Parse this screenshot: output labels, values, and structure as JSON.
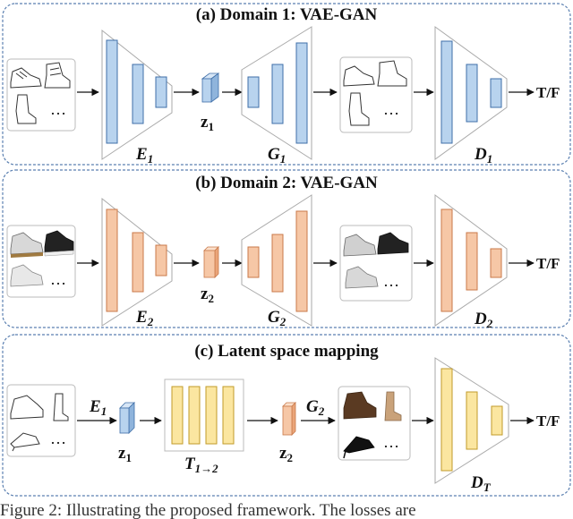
{
  "panels": [
    {
      "title": "(a)  Domain 1: VAE-GAN",
      "encoder": "E",
      "encoder_sub": "1",
      "latent": "z",
      "latent_sub": "1",
      "generator": "G",
      "generator_sub": "1",
      "discriminator": "D",
      "discriminator_sub": "1",
      "output": "T/F",
      "dots": "…"
    },
    {
      "title": "(b)  Domain 2: VAE-GAN",
      "encoder": "E",
      "encoder_sub": "2",
      "latent": "z",
      "latent_sub": "2",
      "generator": "G",
      "generator_sub": "2",
      "discriminator": "D",
      "discriminator_sub": "2",
      "output": "T/F",
      "dots": "…"
    },
    {
      "title": "(c) Latent space mapping",
      "encoder": "E",
      "encoder_sub": "1",
      "latent_in": "z",
      "latent_in_sub": "1",
      "mapper": "T",
      "mapper_sub": "1→2",
      "latent_out": "z",
      "latent_out_sub": "2",
      "generator": "G",
      "generator_sub": "2",
      "discriminator": "D",
      "discriminator_sub": "T",
      "output": "T/F",
      "dots": "…"
    }
  ],
  "caption": "Figure 2:  Illustrating the proposed framework.  The losses are",
  "colors": {
    "blue_fill": "#b8d3ee",
    "blue_stroke": "#3f6fa8",
    "orange_fill": "#f6c7a6",
    "orange_stroke": "#c9794a",
    "yellow_fill": "#fbe6a0",
    "yellow_stroke": "#c29b2a",
    "panel_border": "#5a7fb0"
  },
  "icons": [
    "sneaker-sketch-icon",
    "boot-sketch-icon",
    "heel-boot-sketch-icon",
    "sneaker-photo-icon",
    "heel-photo-icon"
  ]
}
